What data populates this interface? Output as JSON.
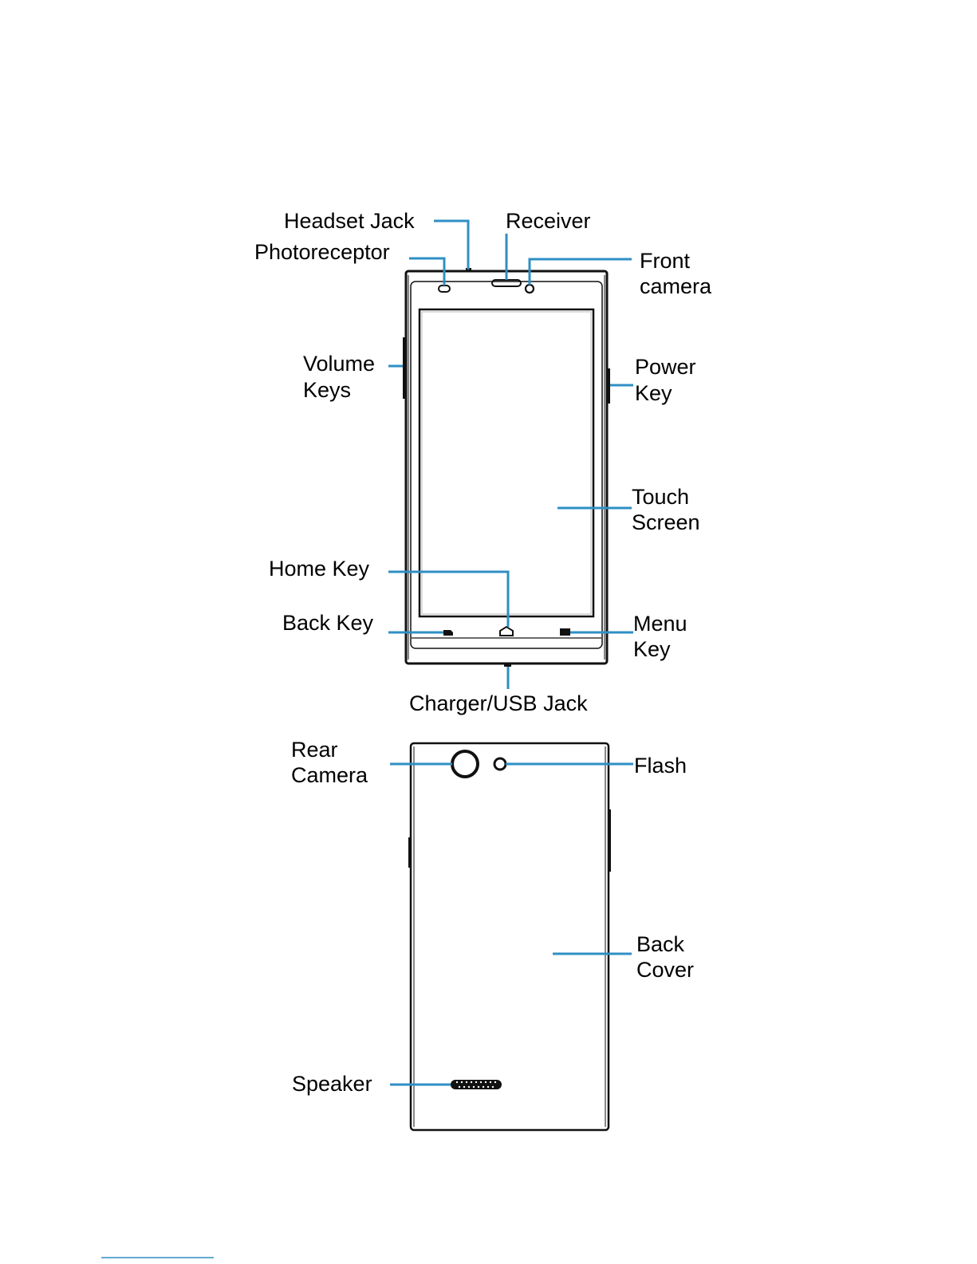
{
  "colors": {
    "leader": "#2f8fc4",
    "ink": "#111111",
    "background": "#ffffff"
  },
  "labels": {
    "headset_jack": "Headset Jack",
    "photoreceptor": "Photoreceptor",
    "receiver": "Receiver",
    "front_camera_1": "Front",
    "front_camera_2": "camera",
    "volume_keys_1": "Volume",
    "volume_keys_2": "Keys",
    "power_key_1": "Power",
    "power_key_2": "Key",
    "touch_screen_1": "Touch",
    "touch_screen_2": "Screen",
    "home_key": "Home Key",
    "back_key": "Back Key",
    "menu_key_1": "Menu",
    "menu_key_2": "Key",
    "charger_usb_jack": "Charger/USB Jack",
    "rear_camera_1": "Rear",
    "rear_camera_2": "Camera",
    "flash": "Flash",
    "back_cover_1": "Back",
    "back_cover_2": "Cover",
    "speaker": "Speaker"
  }
}
